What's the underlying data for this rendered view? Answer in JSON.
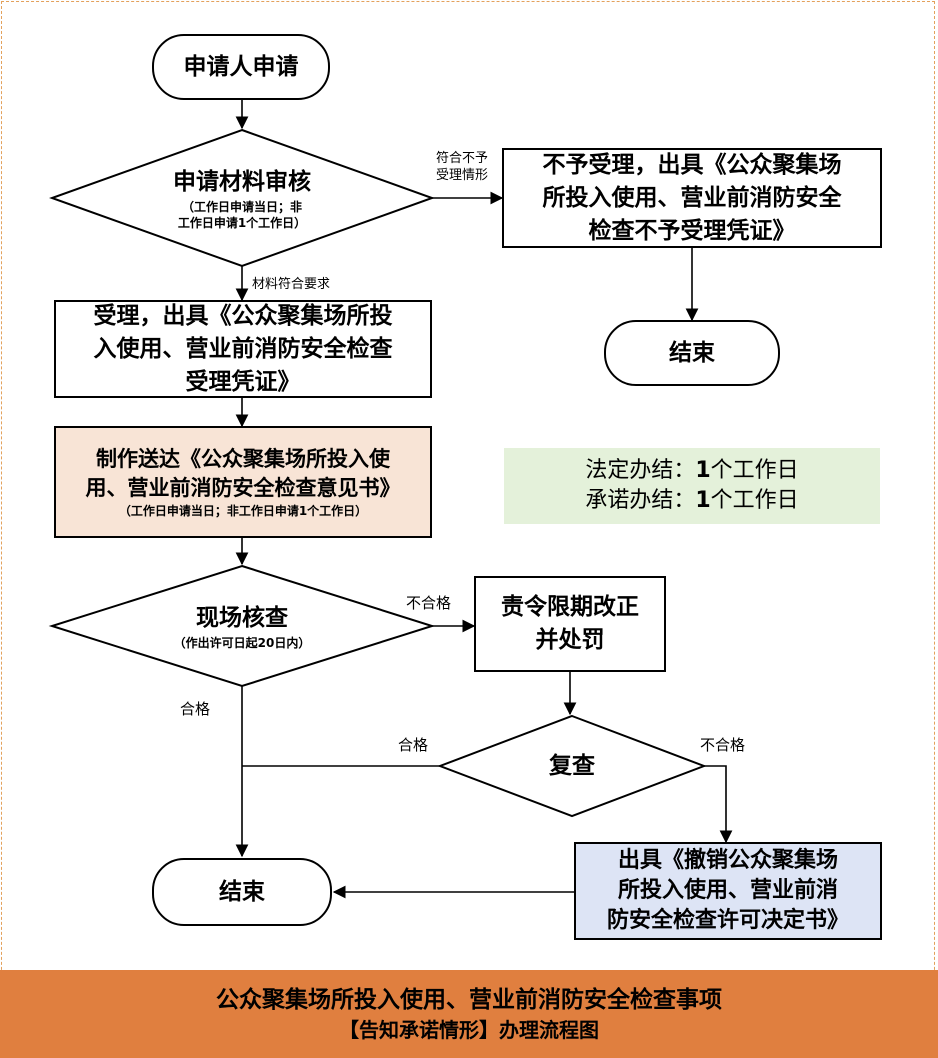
{
  "start": {
    "label": "申请人申请"
  },
  "review": {
    "title": "申请材料审核",
    "note_line1": "（工作日申请当日；非",
    "note_line2": "工作日申请1个工作日）"
  },
  "reject_branch": {
    "label_line1": "符合不予",
    "label_line2": "受理情形",
    "box_line1": "不予受理，出具《公众聚集场",
    "box_line2": "所投入使用、营业前消防安全",
    "box_line3": "检查不予受理凭证》"
  },
  "end_right": {
    "label": "结束"
  },
  "accept_branch": {
    "label": "材料符合要求",
    "box_line1": "受理，出具《公众聚集场所投",
    "box_line2": "入使用、营业前消防安全检查",
    "box_line3": "受理凭证》"
  },
  "deliver": {
    "line1": "制作送达《公众聚集场所投入使",
    "line2": "用、营业前消防安全检查意见书》",
    "note": "（工作日申请当日；非工作日申请1个工作日）",
    "color": "#f8e4d6"
  },
  "time_note": {
    "legal_prefix": "法定办结：",
    "legal_num": "1",
    "legal_suffix": "个工作日",
    "promise_prefix": "承诺办结：",
    "promise_num": "1",
    "promise_suffix": "个工作日",
    "color": "#e4f1da"
  },
  "inspect": {
    "title": "现场核查",
    "note": "（作出许可日起20日内）",
    "fail_label": "不合格",
    "pass_label": "合格"
  },
  "rectify": {
    "line1": "责令限期改正",
    "line2": "并处罚"
  },
  "recheck": {
    "title": "复查",
    "pass_label": "合格",
    "fail_label": "不合格"
  },
  "revoke": {
    "line1": "出具《撤销公众聚集场",
    "line2": "所投入使用、营业前消",
    "line3": "防安全检查许可决定书》",
    "color": "#dde4f5"
  },
  "end_left": {
    "label": "结束"
  },
  "footer": {
    "title_line1": "公众聚集场所投入使用、营业前消防安全检查事项",
    "title_line2": "【告知承诺情形】办理流程图",
    "color": "#e07f3f"
  }
}
